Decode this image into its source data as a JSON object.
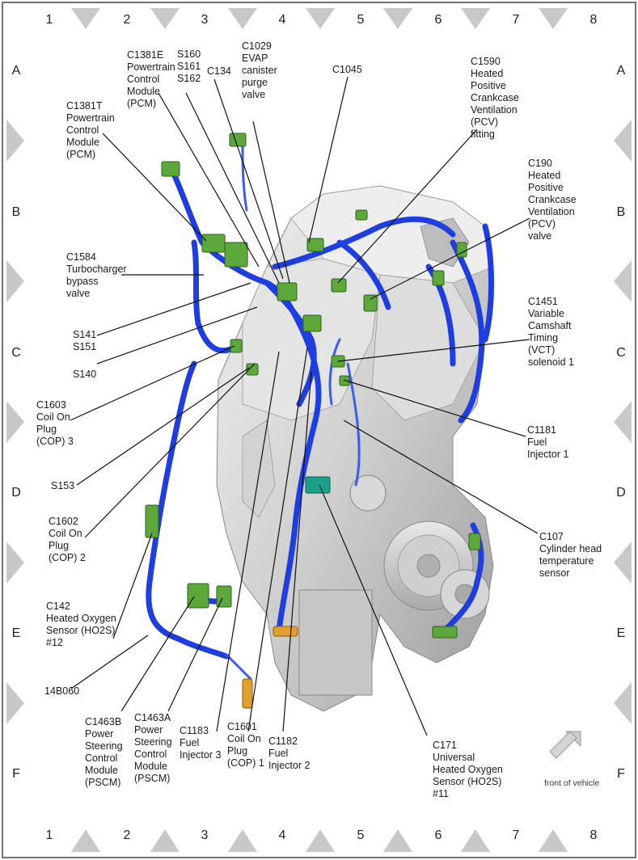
{
  "grid": {
    "columns": [
      "1",
      "2",
      "3",
      "4",
      "5",
      "6",
      "7",
      "8"
    ],
    "rows": [
      "A",
      "B",
      "C",
      "D",
      "E",
      "F"
    ]
  },
  "labels": {
    "c1381t": "C1381T\nPowertrain\nControl\nModule\n(PCM)",
    "c1381e": "C1381E\nPowertrain\nControl\nModule\n(PCM)",
    "s160": "S160\nS161\nS162",
    "c134": "C134",
    "c1029": "C1029\nEVAP\ncanister\npurge\nvalve",
    "c1045": "C1045",
    "c1590": "C1590\nHeated\nPositive\nCrankcase\nVentilation\n(PCV)\nfitting",
    "c190": "C190\nHeated\nPositive\nCrankcase\nVentilation\n(PCV)\nvalve",
    "c1584": "C1584\nTurbocharger\nbypass\nvalve",
    "s141": "S141\nS151",
    "s140": "S140",
    "c1451": "C1451\nVariable\nCamshaft\nTiming\n(VCT)\nsolenoid 1",
    "c1603": "C1603\nCoil On\nPlug\n(COP) 3",
    "c1181": "C1181\nFuel\nInjector 1",
    "s153": "S153",
    "c1602": "C1602\nCoil On\nPlug\n(COP) 2",
    "c107": "C107\nCylinder head\ntemperature\nsensor",
    "c142": "C142\nHeated Oxygen\nSensor (HO2S)\n#12",
    "l14b060": "14B060",
    "c1463b": "C1463B\nPower\nSteering\nControl\nModule\n(PSCM)",
    "c1463a": "C1463A\nPower\nSteering\nControl\nModule\n(PSCM)",
    "c1183": "C1183\nFuel\nInjector 3",
    "c1601": "C1601\nCoil On\nPlug\n(COP) 1",
    "c1182": "C1182\nFuel\nInjector 2",
    "c171": "C171\nUniversal\nHeated Oxygen\nSensor (HO2S)\n#11"
  },
  "front_of_vehicle": "front of vehicle",
  "colors": {
    "harness": "#1f3ee0",
    "connector": "#5da83a",
    "engine": "#d9d9d9",
    "border_triangle": "#c8c8c8"
  }
}
